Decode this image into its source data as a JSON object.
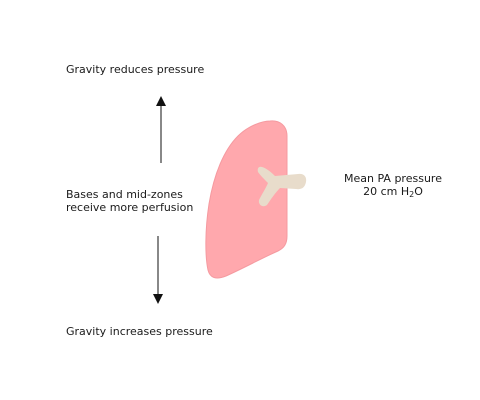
{
  "labels": {
    "top": "Gravity reduces pressure",
    "bottom": "Gravity increases pressure",
    "middle_line1": "Bases and mid-zones",
    "middle_line2": "receive more perfusion",
    "pa_line1": "Mean PA pressure",
    "pa_line2_prefix": "20 cm H",
    "pa_line2_sub": "2",
    "pa_line2_suffix": "O"
  },
  "colors": {
    "lung": "#ffa8ad",
    "lung_edge": "#f59aa0",
    "artery": "#e8dccb",
    "arrow": "#111111"
  }
}
